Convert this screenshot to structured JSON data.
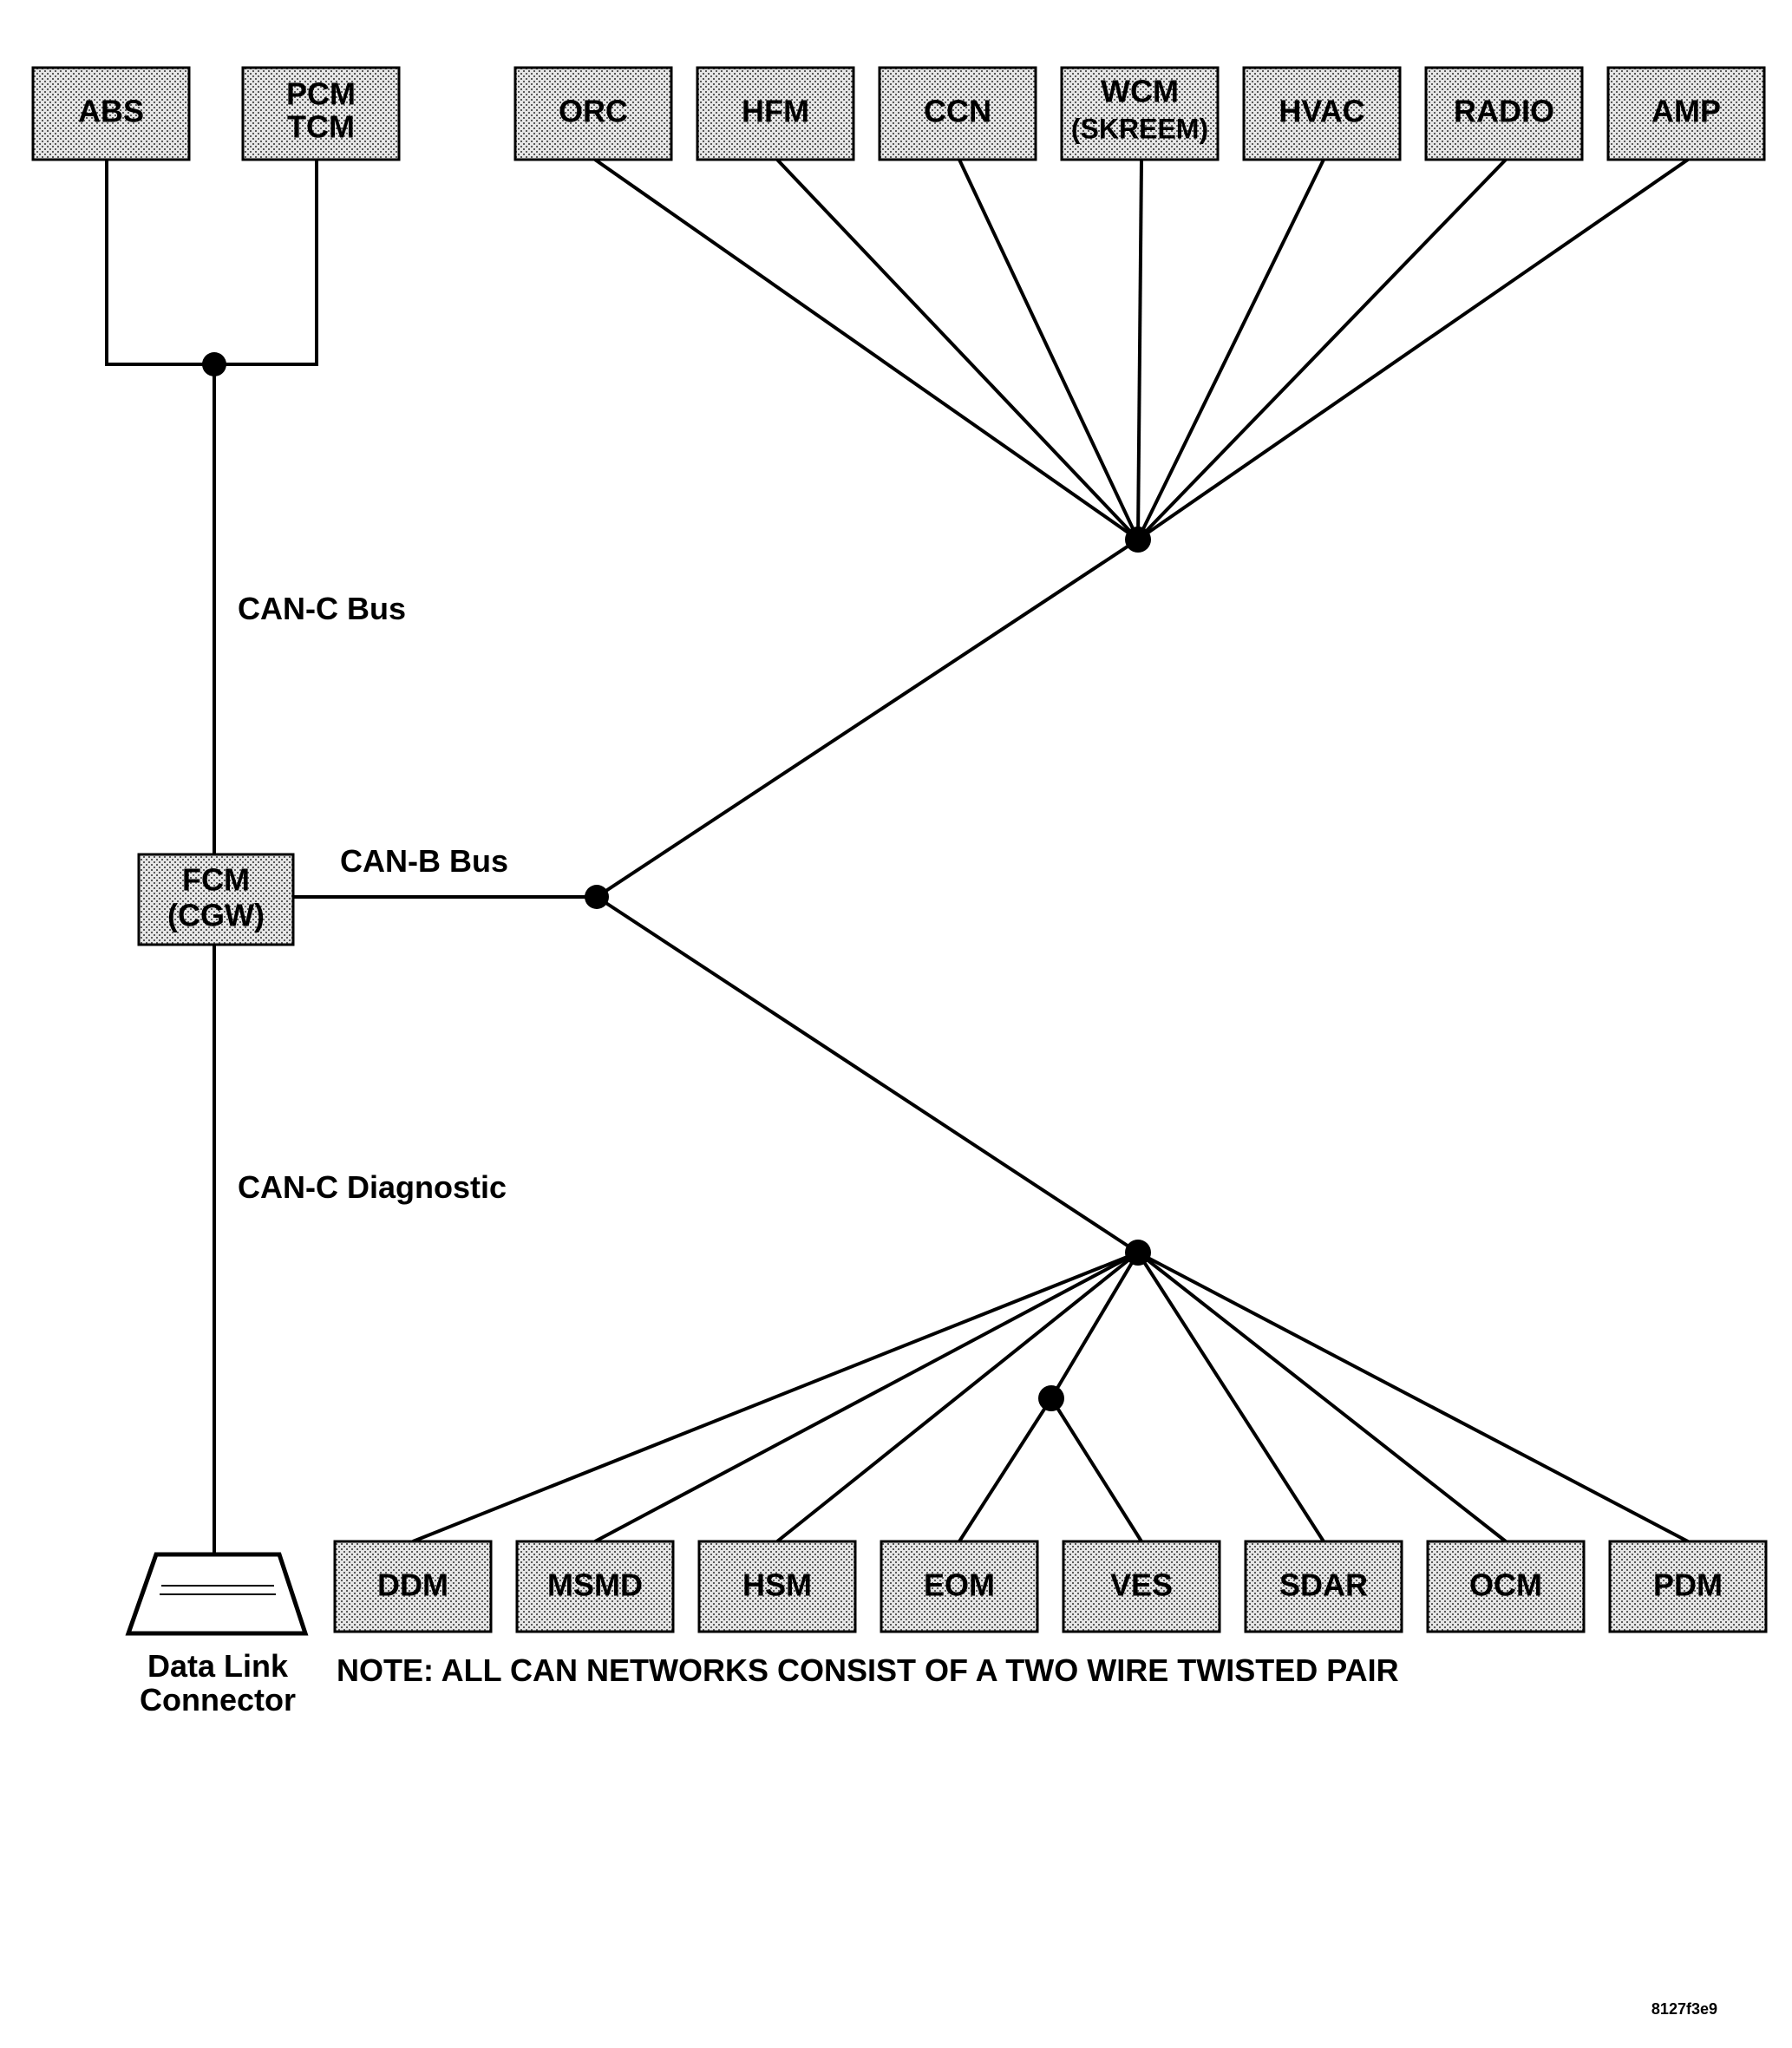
{
  "modules": {
    "abs": "ABS",
    "pcm": "PCM",
    "tcm": "TCM",
    "orc": "ORC",
    "hfm": "HFM",
    "ccn": "CCN",
    "wcm": "WCM",
    "skreem": "(SKREEM)",
    "hvac": "HVAC",
    "radio": "RADIO",
    "amp": "AMP",
    "fcm": "FCM",
    "cgw": "(CGW)",
    "ddm": "DDM",
    "msmd": "MSMD",
    "hsm": "HSM",
    "eom": "EOM",
    "ves": "VES",
    "sdar": "SDAR",
    "ocm": "OCM",
    "pdm": "PDM"
  },
  "labels": {
    "can_c_bus": "CAN-C Bus",
    "can_b_bus": "CAN-B Bus",
    "can_c_diagnostic": "CAN-C Diagnostic",
    "dlc_line1": "Data Link",
    "dlc_line2": "Connector",
    "note": "NOTE: ALL CAN NETWORKS CONSIST OF A TWO WIRE TWISTED PAIR",
    "figure_code": "8127f3e9"
  }
}
